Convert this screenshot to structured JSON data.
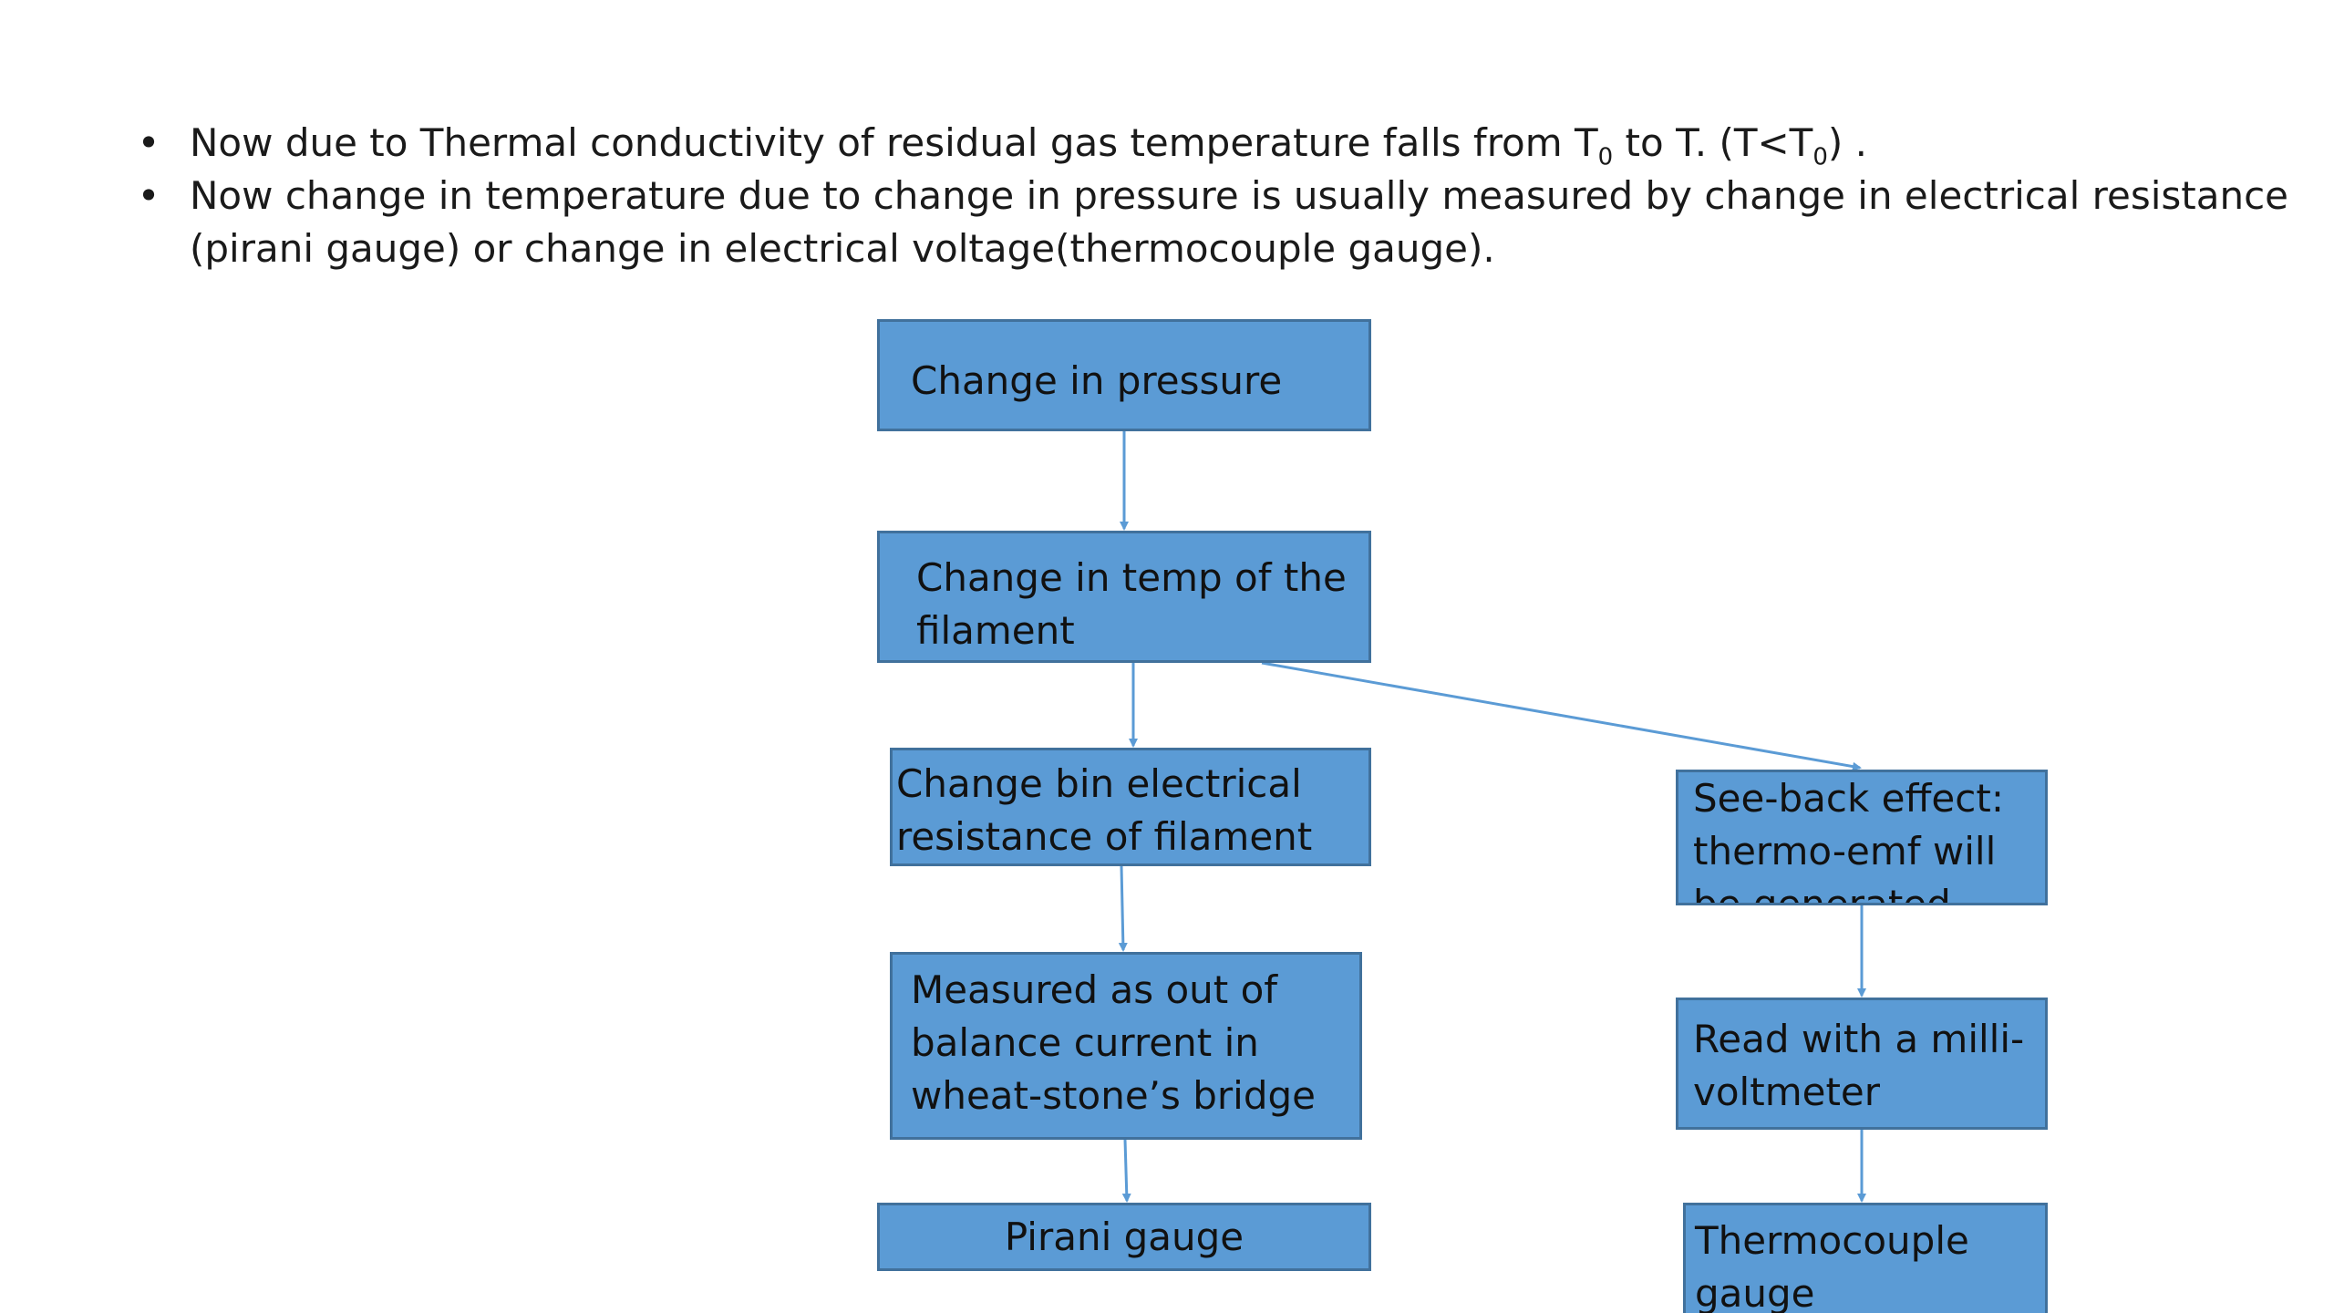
{
  "bullets": [
    {
      "text_a": "Now due to Thermal conductivity of residual gas  temperature falls from T",
      "sub_a": "0",
      "text_b": " to T. (T<T",
      "sub_b": "0",
      "text_c": ") ."
    },
    {
      "text": "Now change in temperature  due to change in pressure is usually measured by change in electrical resistance (pirani gauge) or change in electrical voltage(thermocouple gauge)."
    }
  ],
  "flowchart": {
    "change_in_pressure": "Change in pressure",
    "change_in_temp": "Change in temp of the filament",
    "change_resistance": "Change bin electrical resistance of filament",
    "measured": "Measured as out of balance current in wheat-stone’s bridge",
    "pirani": "Pirani gauge",
    "seeback": "See-back effect: thermo-emf will be generated",
    "read": "Read with a milli-voltmeter",
    "thermocouple": "Thermocouple gauge"
  },
  "colors": {
    "box_fill": "#5b9bd5",
    "box_border": "#41719c",
    "connector": "#5b9bd5"
  }
}
